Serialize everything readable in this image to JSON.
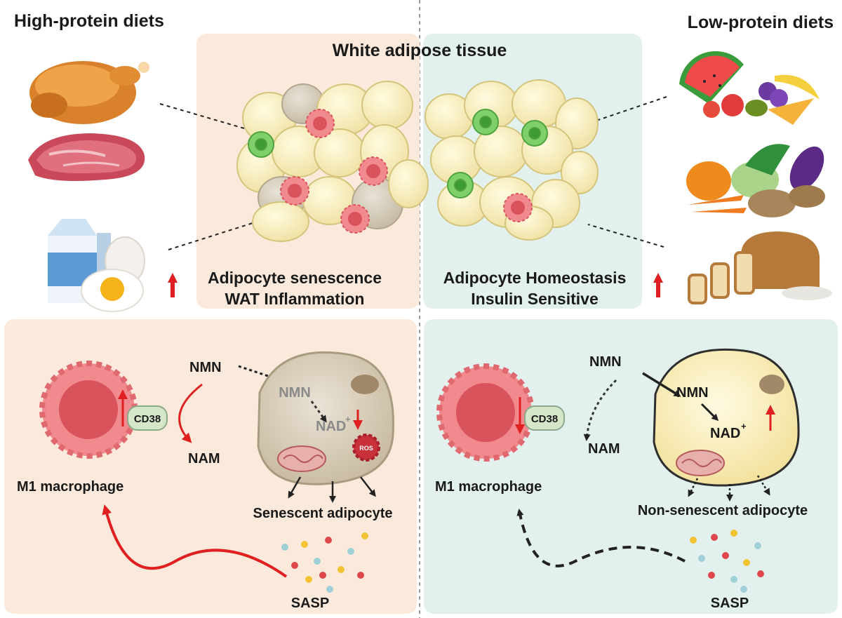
{
  "title": "White adipose tissue",
  "left": {
    "heading": "High-protein diets",
    "effect_line1": "Adipocyte senescence",
    "effect_line2": "WAT Inflammation",
    "macrophage_label": "M1 macrophage",
    "cd38_label": "CD38",
    "nmn_outside": "NMN",
    "nmn_inside": "NMN",
    "nad_label": "NAD",
    "nad_sup": "+",
    "nam_label": "NAM",
    "ros_label": "ROS",
    "cell_label": "Senescent adipocyte",
    "sasp_label": "SASP"
  },
  "right": {
    "heading": "Low-protein diets",
    "effect_line1": "Adipocyte Homeostasis",
    "effect_line2": "Insulin Sensitive",
    "macrophage_label": "M1 macrophage",
    "cd38_label": "CD38",
    "nmn_outside": "NMN",
    "nmn_inside": "NMN",
    "nad_label": "NAD",
    "nad_sup": "+",
    "nam_label": "NAM",
    "cell_label": "Non-senescent adipocyte",
    "sasp_label": "SASP"
  },
  "colors": {
    "left_panel": "#fbeadb",
    "right_panel": "#e2f1ee",
    "up_arrow": "#e02020",
    "macrophage": "#f08a8e",
    "macrophage_core": "#d9535c",
    "adipocyte": "#f7efbc",
    "senescent_cell": "#d8cfbf",
    "green_cell": "#7fcf6a"
  },
  "icons": {
    "foods_left": [
      "roast-chicken-icon",
      "steak-icon",
      "milk-carton-icon",
      "egg-icon"
    ],
    "foods_right": [
      "fruit-basket-icon",
      "vegetables-icon",
      "bread-icon"
    ]
  }
}
